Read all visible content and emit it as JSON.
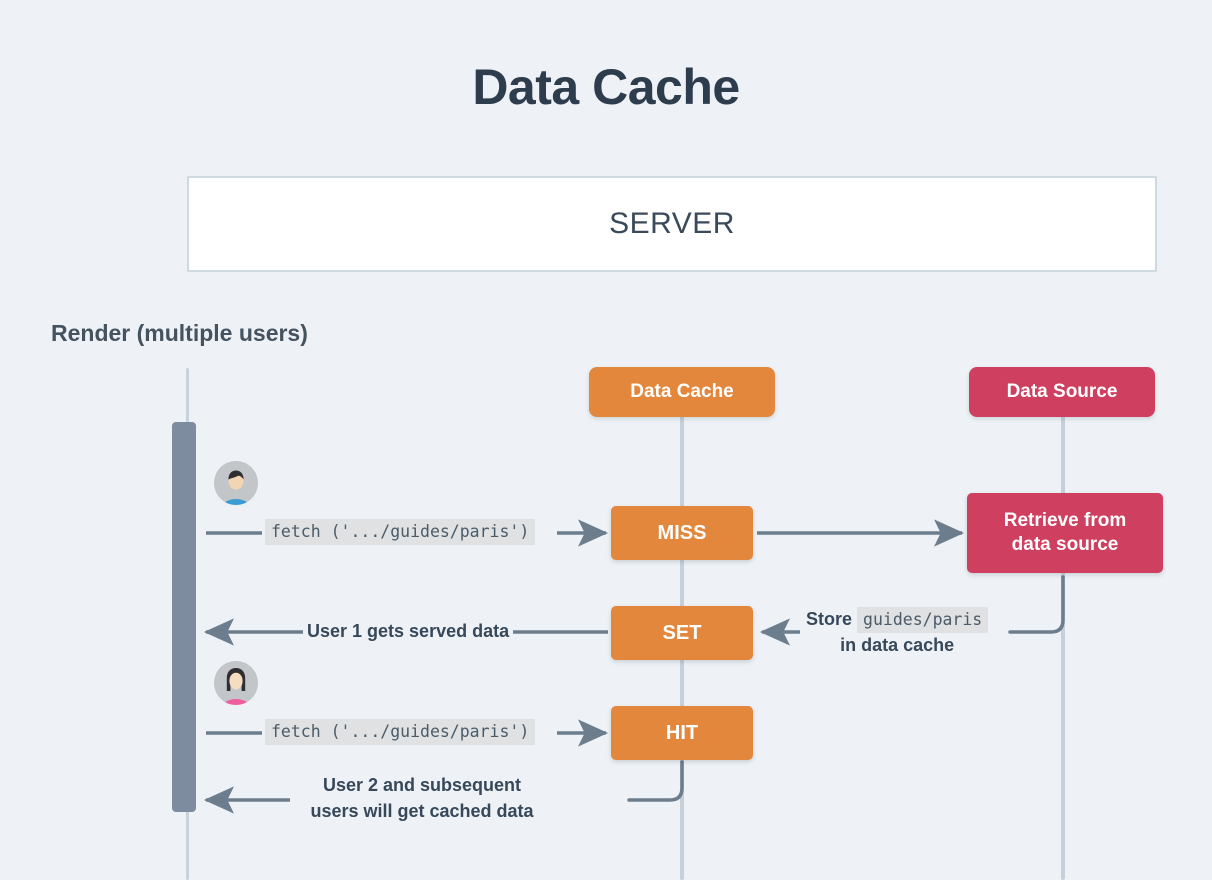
{
  "page": {
    "title": "Data Cache",
    "background_color": "#eef2f6",
    "title_color": "#2e3d4d"
  },
  "server": {
    "label": "SERVER",
    "border_color": "#cfd9e2",
    "fill_color": "#ffffff"
  },
  "section": {
    "label": "Render (multiple users)"
  },
  "lanes": [
    {
      "name": "user",
      "label": "",
      "type": "activation-bar",
      "color": "#7d8c9e"
    },
    {
      "name": "data-cache",
      "label": "Data Cache",
      "color": "#e3873c"
    },
    {
      "name": "data-source",
      "label": "Data Source",
      "color": "#cf3f5f"
    }
  ],
  "actions": {
    "miss": "MISS",
    "set": "SET",
    "hit": "HIT",
    "retrieve_line1": "Retrieve from",
    "retrieve_line2": "data source"
  },
  "messages": {
    "fetch_1": "fetch ('.../guides/paris')",
    "fetch_2": "fetch ('.../guides/paris')",
    "served": "User 1 gets served data",
    "store_prefix": "Store",
    "store_key": "guides/paris",
    "store_suffix": "in data cache",
    "cached_line1": "User 2 and subsequent",
    "cached_line2": "users will get cached data"
  },
  "avatars": [
    {
      "name": "user-1",
      "shirt_color": "#3b9bd4",
      "hair_color": "#2e2e33",
      "ring_color": "#c3c6c8"
    },
    {
      "name": "user-2",
      "shirt_color": "#ef5fa0",
      "hair_color": "#2e2e33",
      "ring_color": "#c3c6c8"
    }
  ],
  "colors": {
    "orange": "#e3873c",
    "crimson": "#cf3f5f",
    "lifeline": "#c5d0da",
    "arrow": "#6c7d8e",
    "bar": "#7d8c9e",
    "code_chip": "#dfe1e2"
  }
}
